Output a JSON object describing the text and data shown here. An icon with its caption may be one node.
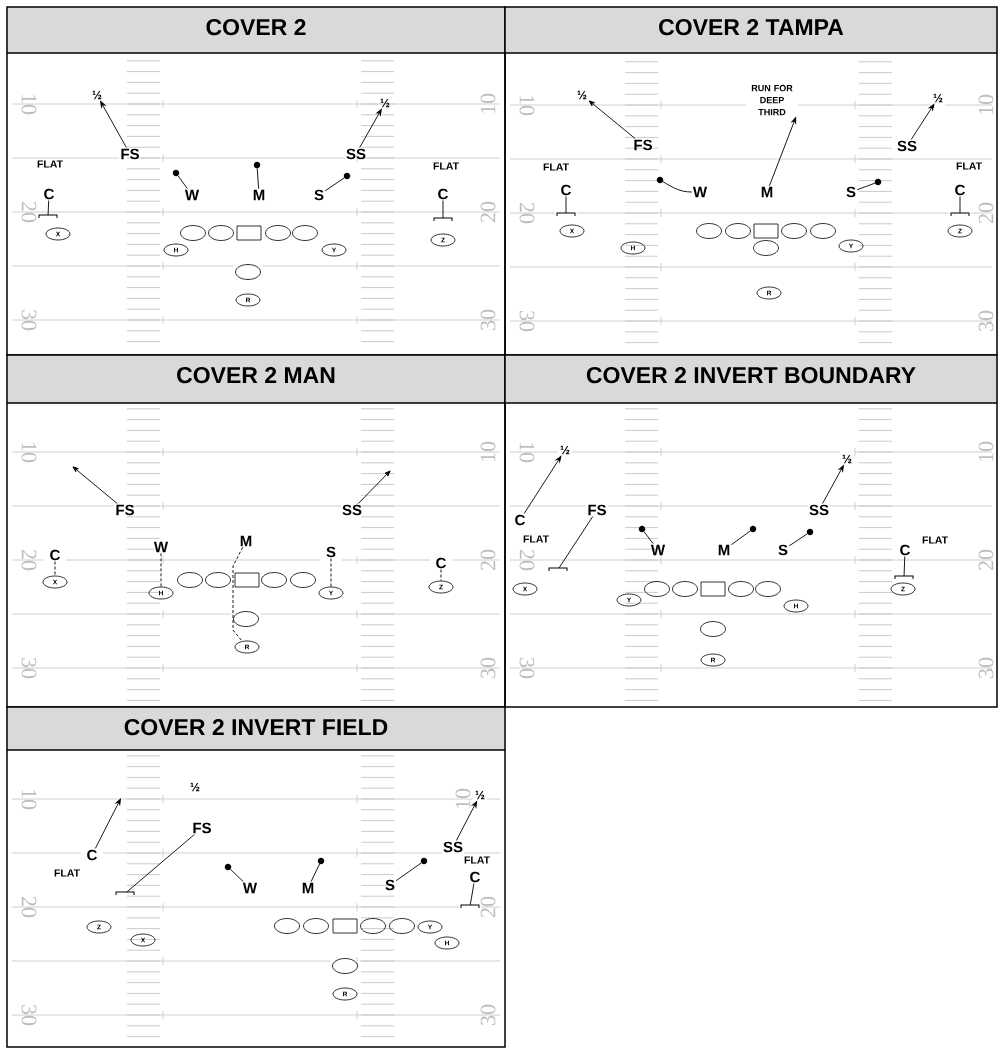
{
  "diagram": {
    "nodes": [
      {
        "text": [
          "COVER 2"
        ]
      },
      {
        "text": [
          "½"
        ],
        "in": 0
      },
      {
        "text": [
          "½"
        ],
        "in": 0
      },
      {
        "text": [
          "FS"
        ],
        "in": 0
      },
      {
        "text": [
          "SS"
        ],
        "in": 0
      },
      {
        "text": [
          "W"
        ],
        "in": 0
      },
      {
        "text": [
          "M"
        ],
        "in": 0
      },
      {
        "text": [
          "S"
        ],
        "in": 0
      },
      {
        "text": [
          "C"
        ],
        "in": 0
      },
      {
        "text": [
          "C"
        ],
        "in": 0
      },
      {
        "text": [
          "X"
        ],
        "in": 0
      },
      {
        "text": [],
        "shape": "circle",
        "in": 0
      },
      {
        "text": [],
        "shape": "circle",
        "in": 0
      },
      {
        "text": [],
        "shape": "box",
        "in": 0
      },
      {
        "text": [],
        "shape": "circle",
        "in": 0
      },
      {
        "text": [],
        "shape": "circle",
        "in": 0
      },
      {
        "text": [
          "Z"
        ],
        "in": 0
      },
      {
        "text": [
          "H"
        ],
        "in": 0
      },
      {
        "text": [
          "Y"
        ],
        "in": 0
      },
      {
        "text": [],
        "shape": "circle",
        "in": 0
      },
      {
        "text": [
          "R"
        ],
        "in": 0
      },
      {
        "text": [
          "COVER 2 TAMPA"
        ]
      },
      {
        "text": [
          "RUN FOR DEEP THIRD"
        ],
        "in": 21
      },
      {
        "text": [
          "½"
        ],
        "in": 21
      },
      {
        "text": [
          "½"
        ],
        "in": 21
      },
      {
        "text": [
          "FS"
        ],
        "in": 21
      },
      {
        "text": [
          "SS"
        ],
        "in": 21
      },
      {
        "text": [
          "C"
        ],
        "in": 21
      },
      {
        "text": [
          "W"
        ],
        "in": 21
      },
      {
        "text": [
          "M"
        ],
        "in": 21
      },
      {
        "text": [
          "S"
        ],
        "in": 21
      },
      {
        "text": [
          "C"
        ],
        "in": 21
      },
      {
        "text": [
          "X"
        ],
        "in": 21
      },
      {
        "text": [],
        "shape": "circle",
        "in": 21
      },
      {
        "text": [],
        "shape": "circle",
        "in": 21
      },
      {
        "text": [],
        "shape": "box",
        "in": 21
      },
      {
        "text": [],
        "shape": "circle",
        "in": 21
      },
      {
        "text": [],
        "shape": "circle",
        "in": 21
      },
      {
        "text": [
          "Z"
        ],
        "in": 21
      },
      {
        "text": [
          "Y"
        ],
        "in": 21
      },
      {
        "text": [],
        "shape": "circle",
        "in": 21
      },
      {
        "text": [
          "H"
        ],
        "in": 21
      },
      {
        "text": [
          "R"
        ],
        "in": 21
      },
      {
        "text": [
          "COVER 2 MAN"
        ]
      },
      {
        "text": [
          "FS"
        ],
        "in": 43
      },
      {
        "text": [
          "SS"
        ],
        "in": 43
      },
      {
        "text": [
          "M"
        ],
        "in": 43
      },
      {
        "text": [
          "W"
        ],
        "in": 43
      },
      {
        "text": [
          "S"
        ],
        "in": 43
      },
      {
        "text": [
          "C"
        ],
        "in": 43
      },
      {
        "text": [
          "C"
        ],
        "in": 43
      },
      {
        "text": [
          "X"
        ],
        "in": 43
      },
      {
        "text": [],
        "shape": "circle",
        "in": 43
      },
      {
        "text": [],
        "shape": "circle",
        "in": 43
      },
      {
        "text": [],
        "shape": "box",
        "in": 43
      },
      {
        "text": [],
        "shape": "circle",
        "in": 43
      },
      {
        "text": [],
        "shape": "circle",
        "in": 43
      },
      {
        "text": [
          "Z"
        ],
        "in": 43
      },
      {
        "text": [
          "H"
        ],
        "in": 43
      },
      {
        "text": [
          "Y"
        ],
        "in": 43
      },
      {
        "text": [],
        "shape": "circle",
        "in": 43
      },
      {
        "text": [
          "R"
        ],
        "in": 43
      },
      {
        "text": [
          "COVER 2 INVERT BOUNDARY"
        ]
      },
      {
        "text": [
          "½"
        ],
        "in": 62
      },
      {
        "text": [
          "½"
        ],
        "in": 62
      },
      {
        "text": [
          "FS"
        ],
        "in": 62
      },
      {
        "text": [
          "SS"
        ],
        "in": 62
      },
      {
        "text": [
          "C"
        ],
        "in": 62
      },
      {
        "text": [
          "W"
        ],
        "in": 62
      },
      {
        "text": [
          "M"
        ],
        "in": 62
      },
      {
        "text": [
          "S"
        ],
        "in": 62
      },
      {
        "text": [
          "C"
        ],
        "in": 62
      },
      {
        "text": [
          "X"
        ],
        "in": 62
      },
      {
        "text": [],
        "shape": "circle",
        "in": 62
      },
      {
        "text": [],
        "shape": "circle",
        "in": 62
      },
      {
        "text": [],
        "shape": "box",
        "in": 62
      },
      {
        "text": [],
        "shape": "circle",
        "in": 62
      },
      {
        "text": [],
        "shape": "circle",
        "in": 62
      },
      {
        "text": [
          "Z"
        ],
        "in": 62
      },
      {
        "text": [
          "Y"
        ],
        "in": 62
      },
      {
        "text": [
          "H"
        ],
        "in": 62
      },
      {
        "text": [],
        "shape": "circle",
        "in": 62
      },
      {
        "text": [
          "R"
        ],
        "in": 62
      },
      {
        "text": [
          "COVER 2 INVERT FIELD"
        ]
      },
      {
        "text": [
          "½"
        ],
        "in": 83
      },
      {
        "text": [
          "FS"
        ],
        "in": 83
      },
      {
        "text": [
          "SS"
        ],
        "in": 83
      },
      {
        "text": [
          "C"
        ],
        "in": 83
      },
      {
        "text": [
          "C"
        ],
        "in": 83
      },
      {
        "text": [
          "S"
        ],
        "in": 83
      },
      {
        "text": [
          "W"
        ],
        "in": 83
      },
      {
        "text": [
          "M"
        ],
        "in": 83
      },
      {
        "text": [
          "Z"
        ],
        "in": 83
      },
      {
        "text": [],
        "shape": "circle",
        "in": 83
      },
      {
        "text": [],
        "shape": "circle",
        "in": 83
      },
      {
        "text": [],
        "shape": "box",
        "in": 83
      },
      {
        "text": [],
        "shape": "circle",
        "in": 83
      },
      {
        "text": [],
        "shape": "circle",
        "in": 83
      },
      {
        "text": [
          "Y"
        ],
        "in": 83
      },
      {
        "text": [
          "X"
        ],
        "in": 83
      },
      {
        "text": [
          "H"
        ],
        "in": 83
      },
      {
        "text": [],
        "shape": "circle",
        "in": 83
      },
      {
        "text": [
          "R"
        ],
        "in": 83
      },
      {
        "text": [],
        "shape": "dot",
        "in": 0
      },
      {
        "text": [],
        "shape": "dot",
        "in": 0
      },
      {
        "text": [],
        "shape": "dot",
        "in": 0
      },
      {
        "text": [],
        "shape": "bar",
        "in": 0
      },
      {
        "text": [],
        "shape": "bar",
        "in": 0
      },
      {
        "text": [],
        "shape": "dot",
        "in": 21
      },
      {
        "text": [],
        "shape": "dot",
        "in": 21
      },
      {
        "text": [],
        "shape": "bar",
        "in": 21
      },
      {
        "text": [],
        "shape": "bar",
        "in": 21
      },
      {
        "text": [],
        "shape": "bar",
        "in": 62
      },
      {
        "text": [],
        "shape": "dot",
        "in": 62
      },
      {
        "text": [],
        "shape": "dot",
        "in": 62
      },
      {
        "text": [],
        "shape": "dot",
        "in": 62
      },
      {
        "text": [],
        "shape": "bar",
        "in": 62
      },
      {
        "text": [],
        "shape": "bar",
        "in": 83
      },
      {
        "text": [],
        "shape": "dot",
        "in": 83
      },
      {
        "text": [],
        "shape": "dot",
        "in": 83
      },
      {
        "text": [],
        "shape": "dot",
        "in": 83
      },
      {
        "text": [],
        "shape": "bar",
        "in": 83
      }
    ],
    "edges": [
      {
        "from": 3,
        "to": 1,
        "arrow": "to"
      },
      {
        "from": 4,
        "to": 2,
        "arrow": "to"
      },
      {
        "from": 5,
        "to": 103,
        "arrow": "none"
      },
      {
        "from": 6,
        "to": 104,
        "arrow": "none"
      },
      {
        "from": 7,
        "to": 105,
        "arrow": "none"
      },
      {
        "from": 8,
        "to": 106,
        "arrow": "none"
      },
      {
        "from": 9,
        "to": 107,
        "arrow": "none"
      },
      {
        "from": 25,
        "to": 23,
        "arrow": "to"
      },
      {
        "from": 26,
        "to": 24,
        "arrow": "to"
      },
      {
        "from": 29,
        "to": 22,
        "arrow": "to"
      },
      {
        "from": 28,
        "to": 108,
        "arrow": "none"
      },
      {
        "from": 30,
        "to": 109,
        "arrow": "none"
      },
      {
        "from": 27,
        "to": 110,
        "arrow": "none"
      },
      {
        "from": 31,
        "to": 111,
        "arrow": "none"
      },
      {
        "from": 44,
        "to": null,
        "arrow": "to"
      },
      {
        "from": 45,
        "to": null,
        "arrow": "to"
      },
      {
        "from": 49,
        "to": 51,
        "arrow": "none",
        "style": "dashed"
      },
      {
        "from": 47,
        "to": 58,
        "arrow": "none",
        "style": "dashed"
      },
      {
        "from": 46,
        "to": 61,
        "arrow": "none",
        "style": "dashed"
      },
      {
        "from": 48,
        "to": 59,
        "arrow": "none",
        "style": "dashed"
      },
      {
        "from": 50,
        "to": 57,
        "arrow": "none",
        "style": "dashed"
      },
      {
        "from": 67,
        "to": 63,
        "arrow": "to"
      },
      {
        "from": 66,
        "to": 64,
        "arrow": "to"
      },
      {
        "from": 65,
        "to": 112,
        "arrow": "none"
      },
      {
        "from": 68,
        "to": 113,
        "arrow": "none"
      },
      {
        "from": 69,
        "to": 114,
        "arrow": "none"
      },
      {
        "from": 70,
        "to": 115,
        "arrow": "none"
      },
      {
        "from": 71,
        "to": 116,
        "arrow": "none"
      },
      {
        "from": 87,
        "to": null,
        "arrow": "to"
      },
      {
        "from": 86,
        "to": 84,
        "arrow": "to"
      },
      {
        "from": 85,
        "to": 117,
        "arrow": "none"
      },
      {
        "from": 90,
        "to": 118,
        "arrow": "none"
      },
      {
        "from": 91,
        "to": 119,
        "arrow": "none"
      },
      {
        "from": 89,
        "to": 120,
        "arrow": "none"
      },
      {
        "from": 88,
        "to": 121,
        "arrow": "none"
      }
    ],
    "labels": [
      "10",
      "10",
      "FLAT",
      "FLAT",
      "20",
      "20",
      "30",
      "30",
      "10",
      "10",
      "FLAT",
      "FLAT",
      "20",
      "20",
      "30",
      "30",
      "10",
      "10",
      "20",
      "20",
      "30",
      "30",
      "10",
      "10",
      "FLAT",
      "FLAT",
      "20",
      "20",
      "30",
      "30",
      "½",
      "10",
      "10",
      "FLAT",
      "FLAT",
      "20",
      "20",
      "30",
      "30"
    ]
  }
}
